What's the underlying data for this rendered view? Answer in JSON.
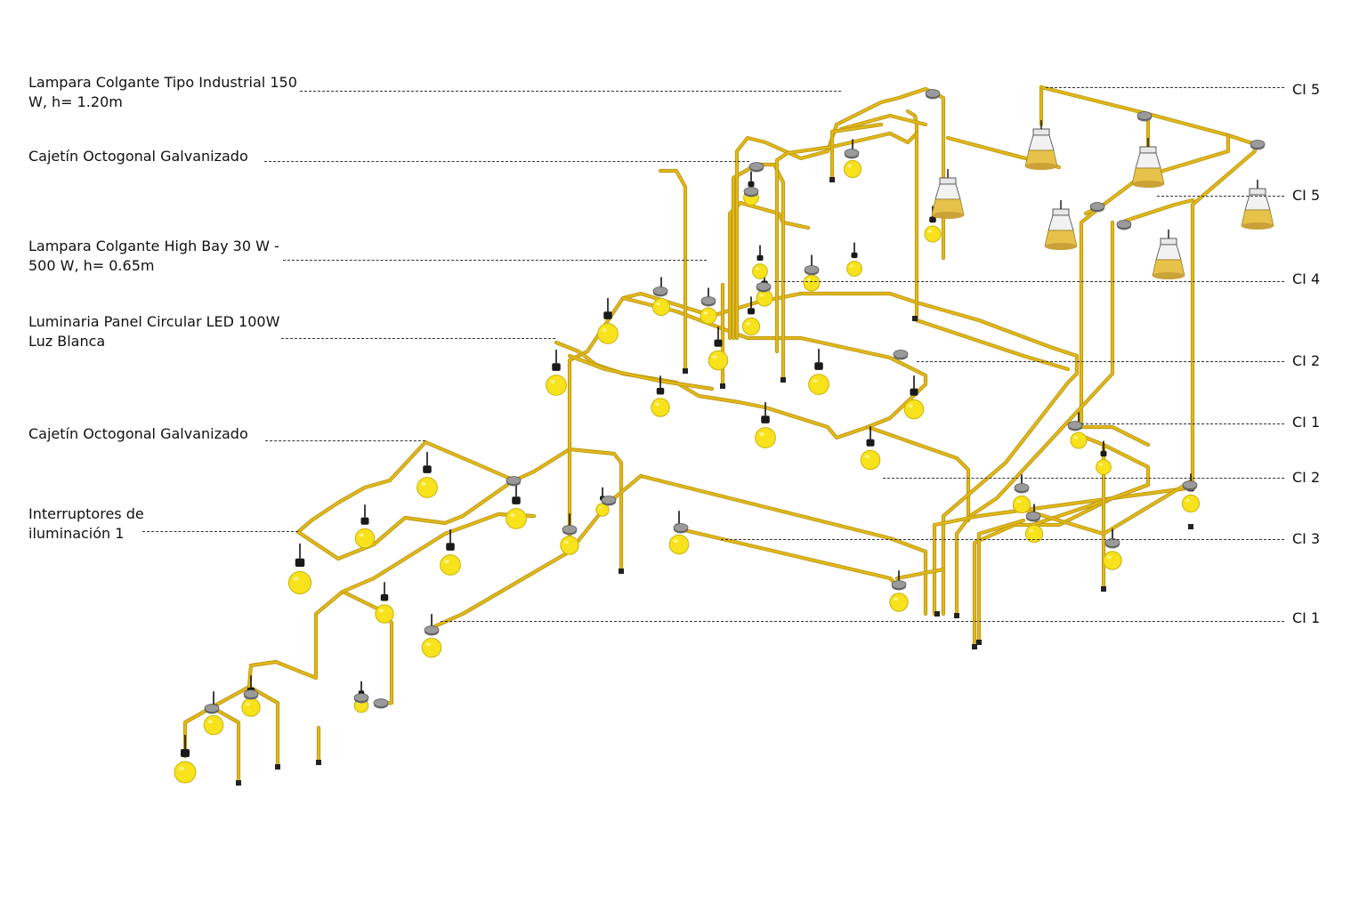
{
  "diagram": {
    "left_labels": [
      {
        "id": "industrial-lamp",
        "line1": "Lampara Colgante Tipo Industrial 150",
        "line2": "W, h= 1.20m"
      },
      {
        "id": "junction-box-top",
        "line1": "Cajetín Octogonal Galvanizado",
        "line2": ""
      },
      {
        "id": "high-bay-lamp",
        "line1": "Lampara Colgante High Bay 30 W -",
        "line2": "500 W, h= 0.65m"
      },
      {
        "id": "led-panel",
        "line1": "Luminaria Panel Circular LED 100W",
        "line2": "Luz Blanca"
      },
      {
        "id": "junction-box-mid",
        "line1": "Cajetín Octogonal Galvanizado",
        "line2": ""
      },
      {
        "id": "switches",
        "line1": "Interruptores de",
        "line2": "iluminación 1"
      }
    ],
    "right_labels": [
      "CI 5",
      "CI 5",
      "CI 4",
      "CI 2",
      "CI 1",
      "CI 2",
      "CI 3",
      "CI 1"
    ],
    "colors": {
      "conduit": "#e0b81a",
      "conduit_edge": "#b89410",
      "bulb": "#f7e21b",
      "bulb_edge": "#c9b410",
      "socket": "#1a1a1a",
      "box": "#9a9a9a",
      "highbay_shade": "#f2f2f2",
      "highbay_reflector": "#e6c24a"
    }
  }
}
